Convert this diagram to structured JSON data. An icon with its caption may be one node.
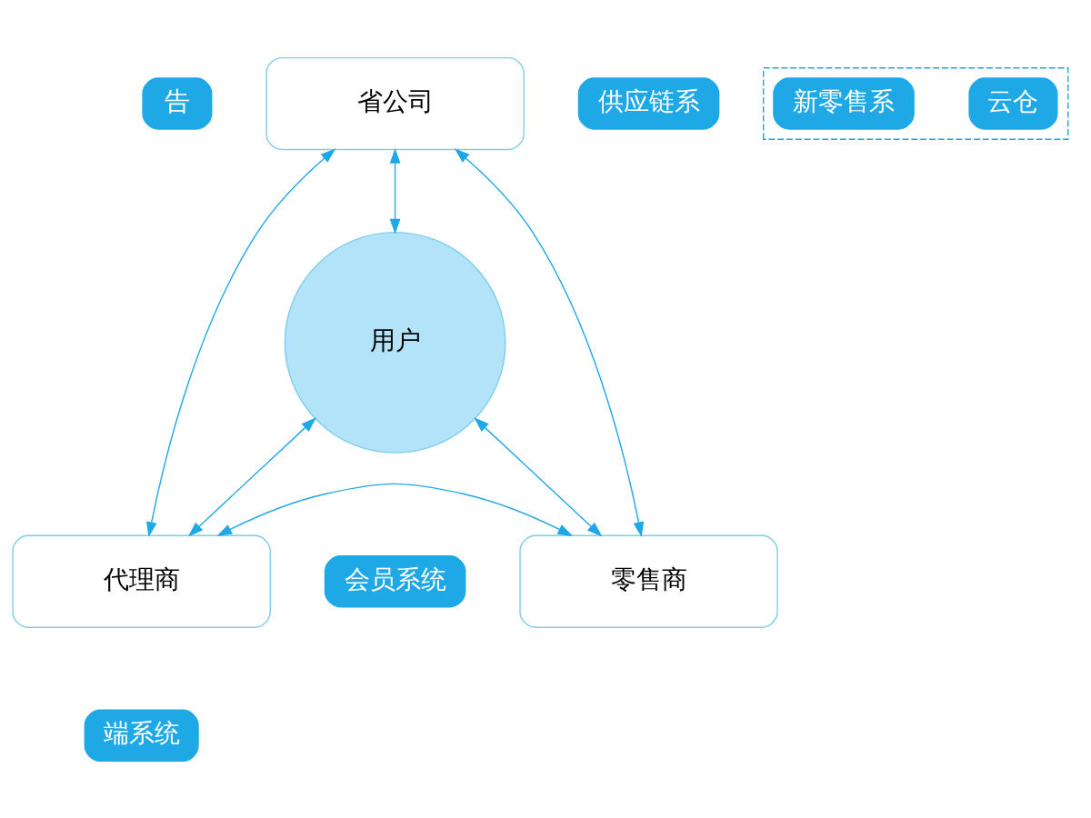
{
  "diagram": {
    "nodes": [
      {
        "text": [
          "省公司"
        ]
      },
      {
        "text": [
          "用户"
        ]
      },
      {
        "text": [
          "代理商"
        ]
      },
      {
        "text": [
          "零售商"
        ]
      },
      {
        "text": [
          "会员系统"
        ]
      },
      {
        "text": [
          "供应链系"
        ]
      },
      {
        "text": [
          "告"
        ]
      },
      {
        "text": [
          "端系统"
        ]
      },
      {
        "text": [],
        "shape": "box"
      },
      {
        "text": [
          "云仓"
        ],
        "in": 8
      },
      {
        "text": [
          "新零售系"
        ],
        "in": 8
      }
    ],
    "edges": [
      {
        "from": 0,
        "to": 1,
        "arrow": "both"
      },
      {
        "from": 1,
        "to": 2,
        "arrow": "both"
      },
      {
        "from": 1,
        "to": 3,
        "arrow": "both"
      },
      {
        "from": 0,
        "to": 2,
        "arrow": "both"
      },
      {
        "from": 0,
        "to": 3,
        "arrow": "both"
      },
      {
        "from": 2,
        "to": 3,
        "arrow": "both"
      }
    ]
  }
}
